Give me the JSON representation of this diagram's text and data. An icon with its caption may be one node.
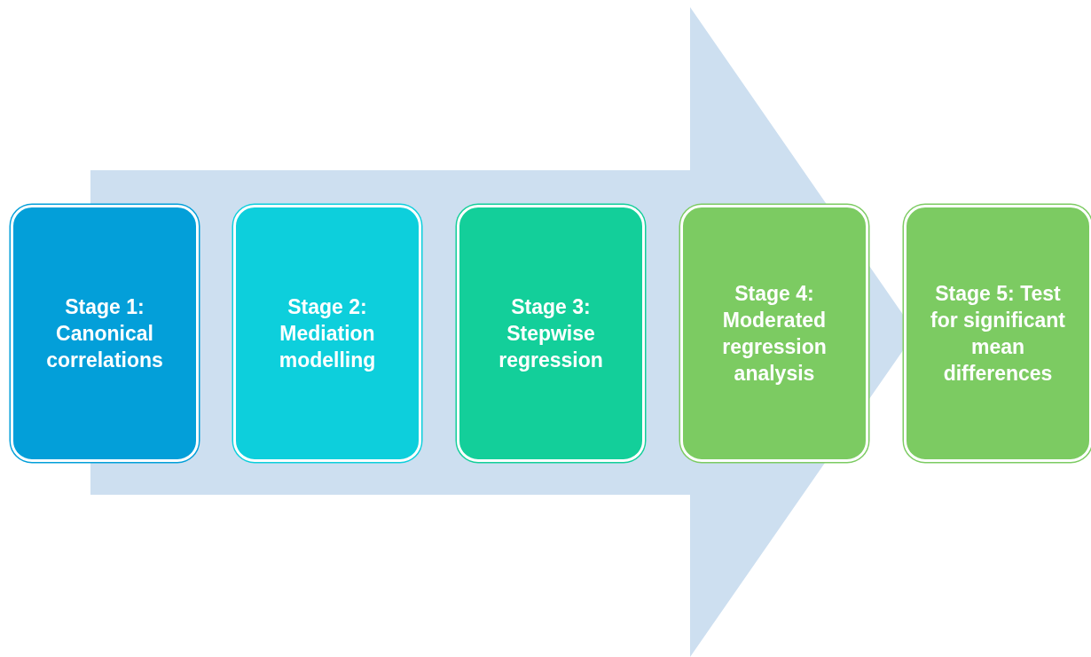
{
  "diagram": {
    "nodes": [
      {
        "text": [
          "Stage 1: Canonical correlations"
        ]
      },
      {
        "text": [
          "Stage 2: Mediation modelling"
        ]
      },
      {
        "text": [
          "Stage 3: Stepwise regression"
        ]
      },
      {
        "text": [
          "Stage 4: Moderated regression analysis"
        ]
      },
      {
        "text": [
          "Stage 5: Test for significant mean differences"
        ]
      }
    ],
    "edges": [
      {
        "from": 0,
        "to": 4,
        "arrow": "to",
        "style": "thick"
      }
    ]
  }
}
